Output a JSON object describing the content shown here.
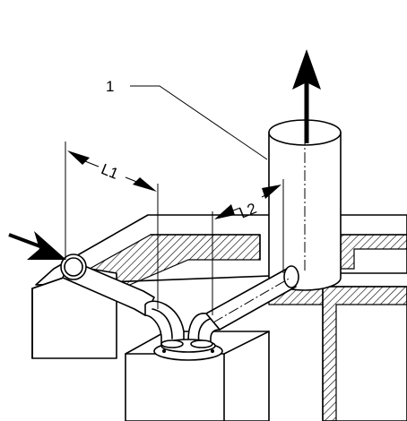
{
  "diagram": {
    "callout_label": "1",
    "dimension_1_label": "L1",
    "dimension_2_label": "L2"
  }
}
